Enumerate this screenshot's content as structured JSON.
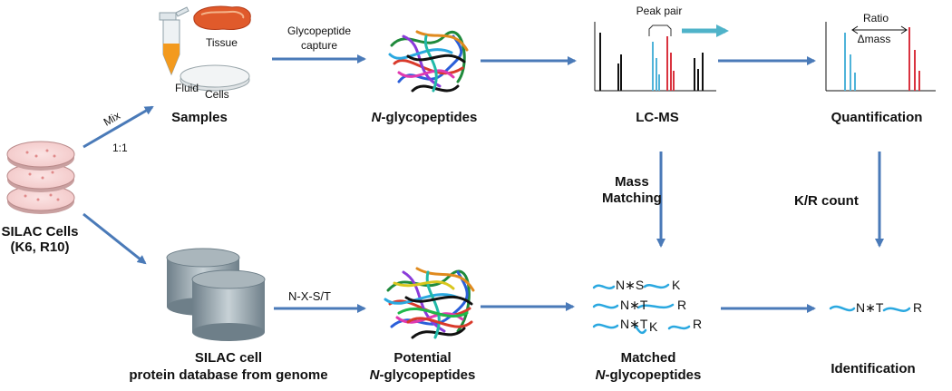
{
  "labels": {
    "samples": "Samples",
    "fluid": "Fluid",
    "tissue": "Tissue",
    "cells": "Cells",
    "mix": "Mix",
    "ratio_1_1": "1:1",
    "silac_cells_line1": "SILAC Cells",
    "silac_cells_line2": "(K6, R10)",
    "glycopeptide_capture_line1": "Glycopeptide",
    "glycopeptide_capture_line2": "capture",
    "n_glyco_prefix": "N",
    "n_glyco_suffix": "-glycopeptides",
    "lcms": "LC-MS",
    "peak_pair": "Peak pair",
    "ratio": "Ratio",
    "delta_mass": "Δmass",
    "quantification": "Quantification",
    "mass_matching_line1": "Mass",
    "mass_matching_line2": "Matching",
    "kr_count": "K/R count",
    "db_line1": "SILAC cell",
    "db_line2": "protein database from genome",
    "motif": "N-X-S/T",
    "potential_line1": "Potential",
    "matched_line1": "Matched",
    "identification": "Identification"
  },
  "peptides": {
    "row1_n": "N",
    "row1_mid": "S",
    "row1_end": "K",
    "row2_n": "N",
    "row2_mid": "T",
    "row2_end": "R",
    "row3_n": "N",
    "row3_mid": "T",
    "row3_k": "K",
    "row3_end": "R",
    "id_n": "N",
    "id_mid": "T",
    "id_end": "R"
  },
  "colors": {
    "arrow": "#4a7ab8",
    "light_peak": "#4fb3d9",
    "heavy_peak": "#d9333f",
    "spectrum_black": "#111111",
    "peptide_line": "#2aa8e0",
    "cylinder": "#8a9aa3",
    "orange_fluid": "#f39a1e"
  }
}
